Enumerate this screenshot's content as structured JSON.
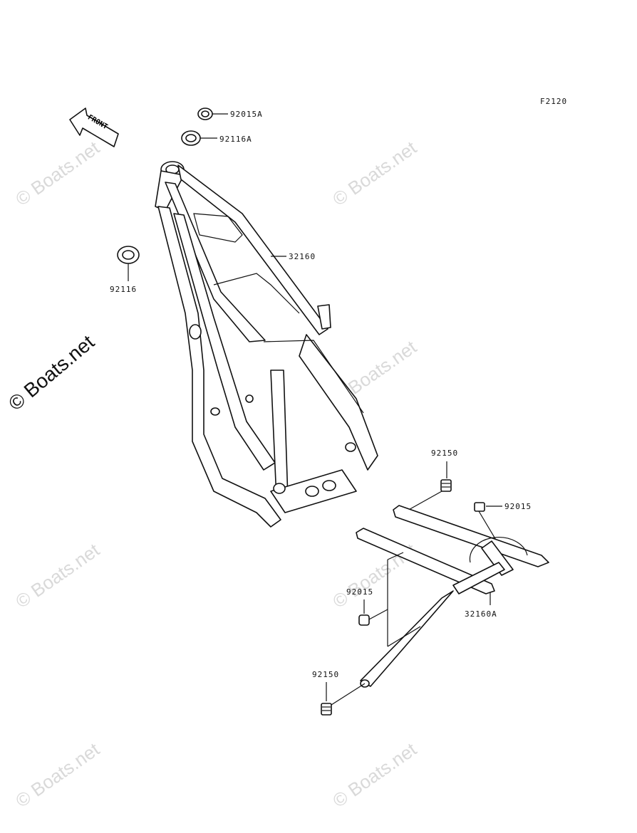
{
  "figure_code": "F2120",
  "front_arrow_label": "FRONT",
  "watermark_text": "© Boats.net",
  "parts": [
    {
      "id": "92015A",
      "label": "92015A"
    },
    {
      "id": "92116A",
      "label": "92116A"
    },
    {
      "id": "32160",
      "label": "32160"
    },
    {
      "id": "92116",
      "label": "92116"
    },
    {
      "id": "92150-upper",
      "label": "92150"
    },
    {
      "id": "92015-right",
      "label": "92015"
    },
    {
      "id": "92015-left",
      "label": "92015"
    },
    {
      "id": "32160A",
      "label": "32160A"
    },
    {
      "id": "92150-lower",
      "label": "92150"
    }
  ]
}
